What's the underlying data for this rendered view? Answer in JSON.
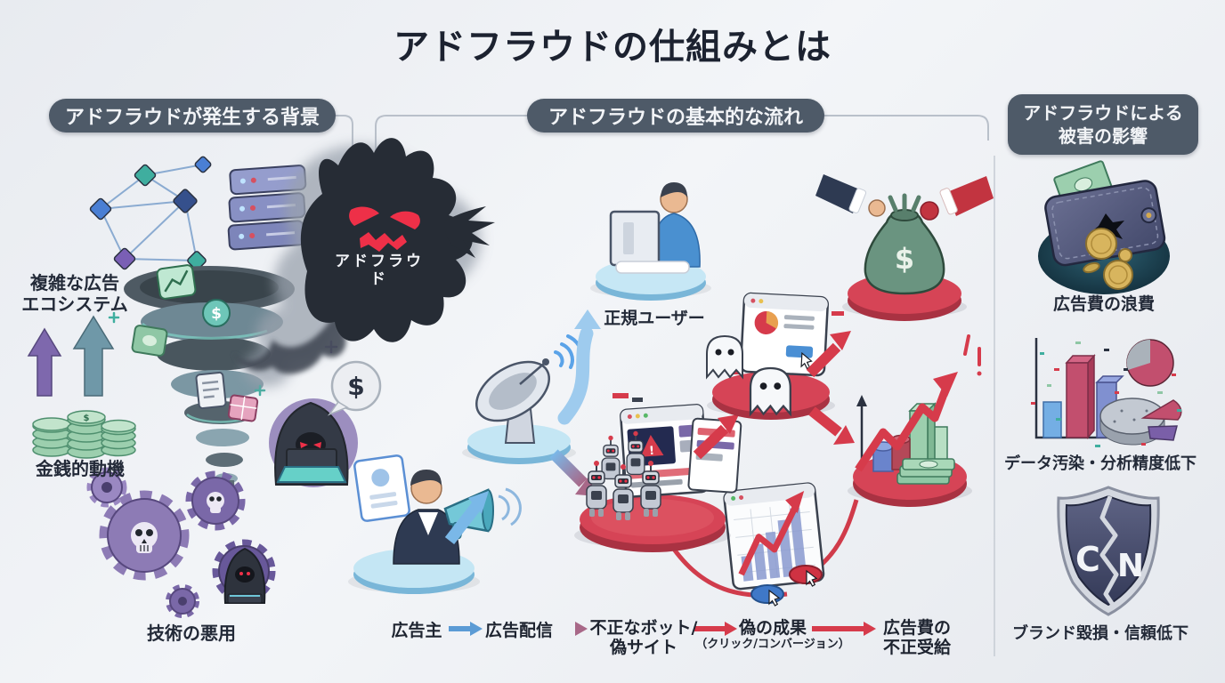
{
  "title": "アドフラウドの仕組みとは",
  "sections": {
    "background": {
      "header": "アドフラウドが発生する背景",
      "smoke_label": "アドフラウド",
      "ecosystem_line1": "複雑な広告",
      "ecosystem_line2": "エコシステム",
      "money_label": "金銭的動機",
      "tech_label": "技術の悪用"
    },
    "flow": {
      "header": "アドフラウドの基本的な流れ",
      "user_label": "正規ユーザー",
      "steps": [
        {
          "line1": "広告主",
          "line2": ""
        },
        {
          "line1": "広告配信",
          "line2": ""
        },
        {
          "line1": "不正なボット/",
          "line2": "偽サイト"
        },
        {
          "line1": "偽の成果",
          "line2": "（クリック/コンバージョン）"
        },
        {
          "line1": "広告費の",
          "line2": "不正受給"
        }
      ]
    },
    "impact": {
      "header_line1": "アドフラウドによる",
      "header_line2": "被害の影響",
      "wallet_label": "広告費の浪費",
      "data_label": "データ汚染・分析精度低下",
      "brand_label": "ブランド毀損・信頼低下"
    }
  },
  "glyphs": {
    "dollar": "$",
    "shield_c": "C",
    "shield_n": "N",
    "warning": "!"
  },
  "colors": {
    "header_pill": "#4e5a68",
    "flow_blue": "#5b9bd5",
    "flow_red": "#d63b4b",
    "platform_blue": "#c4e6f4",
    "platform_red": "#d64456",
    "background": "#eef1f5"
  }
}
